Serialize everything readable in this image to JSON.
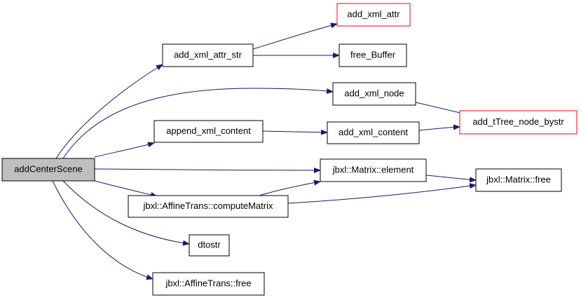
{
  "colors": {
    "edge": "#191970",
    "root_fill": "#bfbfbf",
    "normal_border": "#000000",
    "truncated_border": "#ff0000",
    "node_fill": "#ffffff"
  },
  "nodes": {
    "addCenterScene": {
      "label": "addCenterScene",
      "kind": "root"
    },
    "add_xml_attr_str": {
      "label": "add_xml_attr_str",
      "kind": "normal"
    },
    "add_xml_attr": {
      "label": "add_xml_attr",
      "kind": "truncated"
    },
    "free_Buffer": {
      "label": "free_Buffer",
      "kind": "normal"
    },
    "add_xml_node": {
      "label": "add_xml_node",
      "kind": "normal"
    },
    "add_tTree_node_bystr": {
      "label": "add_tTree_node_bystr",
      "kind": "truncated"
    },
    "append_xml_content": {
      "label": "append_xml_content",
      "kind": "normal"
    },
    "add_xml_content": {
      "label": "add_xml_content",
      "kind": "normal"
    },
    "matrix_element": {
      "label": "jbxl::Matrix::element",
      "kind": "normal"
    },
    "matrix_free": {
      "label": "jbxl::Matrix::free",
      "kind": "normal"
    },
    "compute_matrix": {
      "label": "jbxl::AffineTrans::computeMatrix",
      "kind": "normal"
    },
    "dtostr": {
      "label": "dtostr",
      "kind": "normal"
    },
    "affine_free": {
      "label": "jbxl::AffineTrans::free",
      "kind": "normal"
    }
  },
  "edges": [
    {
      "from": "addCenterScene",
      "to": "add_xml_attr_str"
    },
    {
      "from": "addCenterScene",
      "to": "add_xml_node"
    },
    {
      "from": "addCenterScene",
      "to": "append_xml_content"
    },
    {
      "from": "addCenterScene",
      "to": "matrix_element"
    },
    {
      "from": "addCenterScene",
      "to": "compute_matrix"
    },
    {
      "from": "addCenterScene",
      "to": "dtostr"
    },
    {
      "from": "addCenterScene",
      "to": "affine_free"
    },
    {
      "from": "add_xml_attr_str",
      "to": "add_xml_attr"
    },
    {
      "from": "add_xml_attr_str",
      "to": "free_Buffer"
    },
    {
      "from": "add_xml_node",
      "to": "add_tTree_node_bystr"
    },
    {
      "from": "append_xml_content",
      "to": "add_xml_content"
    },
    {
      "from": "add_xml_content",
      "to": "add_tTree_node_bystr"
    },
    {
      "from": "matrix_element",
      "to": "matrix_free"
    },
    {
      "from": "compute_matrix",
      "to": "matrix_element"
    },
    {
      "from": "compute_matrix",
      "to": "matrix_free"
    }
  ]
}
